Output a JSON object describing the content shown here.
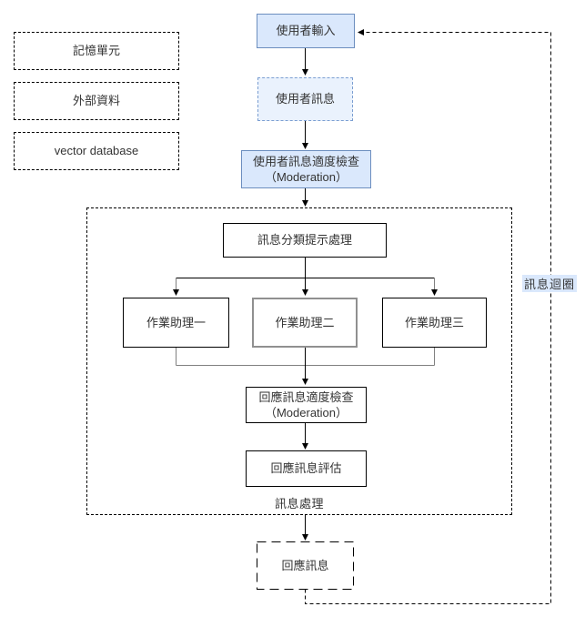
{
  "flowchart": {
    "nodes": {
      "user_input": "使用者輸入",
      "memory_unit": "記憶單元",
      "external_data": "外部資料",
      "vector_database": "vector database",
      "user_message": "使用者訊息",
      "user_moderation": {
        "line1": "使用者訊息適度檢查",
        "line2": "（Moderation）"
      },
      "classify_prompt": "訊息分類提示處理",
      "assistant_1": "作業助理一",
      "assistant_2": "作業助理二",
      "assistant_3": "作業助理三",
      "response_moderation": {
        "line1": "回應訊息適度檢查",
        "line2": "（Moderation）"
      },
      "response_eval": "回應訊息評估",
      "response_message": "回應訊息"
    },
    "labels": {
      "processing_group": "訊息處理",
      "message_loop": "訊息迴圈"
    },
    "colors": {
      "blue_fill": "#dae8fc",
      "blue_fill_light": "#eaf2fd",
      "blue_stroke": "#6c8ebf",
      "gray_stroke": "#808080",
      "black_stroke": "#000000",
      "loop_label_bg": "#dae8fc"
    }
  }
}
